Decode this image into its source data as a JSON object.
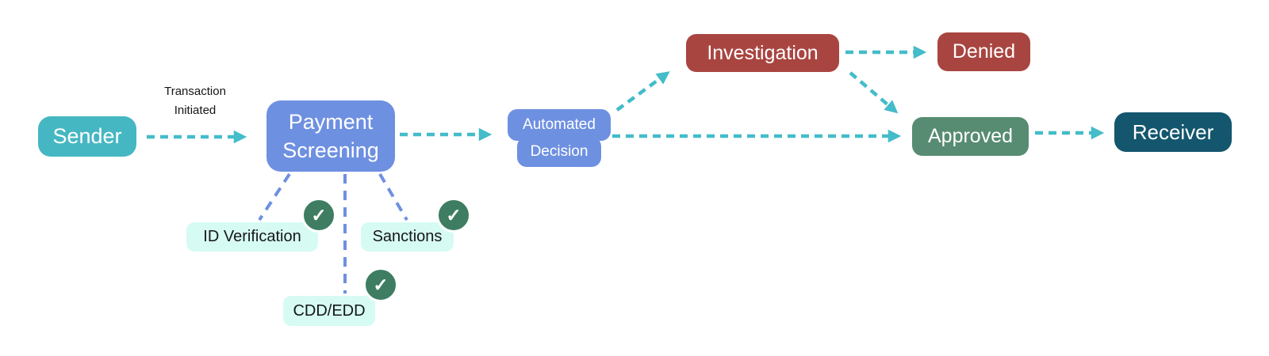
{
  "diagram": {
    "nodes": {
      "sender": {
        "label": "Sender"
      },
      "payment_screening": {
        "line1": "Payment",
        "line2": "Screening"
      },
      "automated_decision": {
        "line1": "Automated",
        "line2": "Decision"
      },
      "investigation": {
        "label": "Investigation"
      },
      "denied": {
        "label": "Denied"
      },
      "approved": {
        "label": "Approved"
      },
      "receiver": {
        "label": "Receiver"
      }
    },
    "edge_label": {
      "line1": "Transaction",
      "line2": "Initiated"
    },
    "checks": [
      {
        "label": "ID Verification",
        "status": "passed"
      },
      {
        "label": "Sanctions",
        "status": "passed"
      },
      {
        "label": "CDD/EDD",
        "status": "passed"
      }
    ],
    "check_glyph": "✓"
  },
  "colors": {
    "sender_teal": "#45B7C2",
    "node_blue": "#6E90E1",
    "node_red": "#A94541",
    "node_green": "#578C72",
    "node_dark_teal": "#14566E",
    "check_green": "#3E7D62",
    "check_bg_mint": "#D6FBF3",
    "arrow_teal": "#44BCC9",
    "dashed_blue": "#6E90E1",
    "label_text": "#161616",
    "canvas_bg": "#FFFFFF"
  }
}
